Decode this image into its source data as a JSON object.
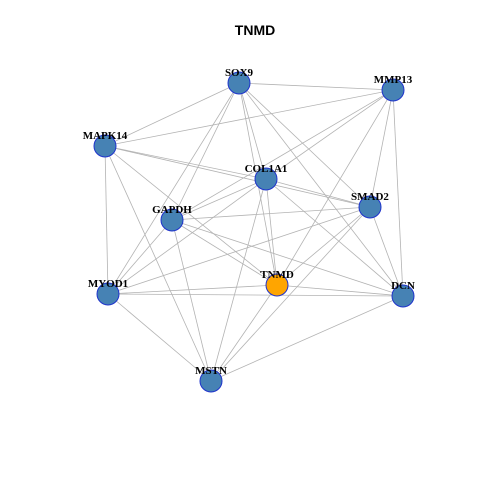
{
  "title": "TNMD",
  "colors": {
    "node_default": "#4682b4",
    "node_highlight": "#ffa500",
    "node_border": "#1f33cc",
    "edge": "#b3b3b3"
  },
  "nodes": [
    {
      "id": "SOX9",
      "label": "SOX9",
      "highlight": false
    },
    {
      "id": "MMP13",
      "label": "MMP13",
      "highlight": false
    },
    {
      "id": "MAPK14",
      "label": "MAPK14",
      "highlight": false
    },
    {
      "id": "COL1A1",
      "label": "COL1A1",
      "highlight": false
    },
    {
      "id": "SMAD2",
      "label": "SMAD2",
      "highlight": false
    },
    {
      "id": "GAPDH",
      "label": "GAPDH",
      "highlight": false
    },
    {
      "id": "TNMD",
      "label": "TNMD",
      "highlight": true
    },
    {
      "id": "MYOD1",
      "label": "MYOD1",
      "highlight": false
    },
    {
      "id": "DCN",
      "label": "DCN",
      "highlight": false
    },
    {
      "id": "MSTN",
      "label": "MSTN",
      "highlight": false
    }
  ],
  "edges": [
    [
      "SOX9",
      "MMP13"
    ],
    [
      "SOX9",
      "MAPK14"
    ],
    [
      "SOX9",
      "COL1A1"
    ],
    [
      "SOX9",
      "SMAD2"
    ],
    [
      "SOX9",
      "GAPDH"
    ],
    [
      "SOX9",
      "TNMD"
    ],
    [
      "SOX9",
      "DCN"
    ],
    [
      "SOX9",
      "MYOD1"
    ],
    [
      "MMP13",
      "COL1A1"
    ],
    [
      "MMP13",
      "SMAD2"
    ],
    [
      "MMP13",
      "GAPDH"
    ],
    [
      "MMP13",
      "TNMD"
    ],
    [
      "MMP13",
      "DCN"
    ],
    [
      "MMP13",
      "MAPK14"
    ],
    [
      "MAPK14",
      "COL1A1"
    ],
    [
      "MAPK14",
      "SMAD2"
    ],
    [
      "MAPK14",
      "MYOD1"
    ],
    [
      "MAPK14",
      "MSTN"
    ],
    [
      "MAPK14",
      "TNMD"
    ],
    [
      "COL1A1",
      "SMAD2"
    ],
    [
      "COL1A1",
      "GAPDH"
    ],
    [
      "COL1A1",
      "TNMD"
    ],
    [
      "COL1A1",
      "DCN"
    ],
    [
      "COL1A1",
      "MSTN"
    ],
    [
      "COL1A1",
      "MYOD1"
    ],
    [
      "SMAD2",
      "GAPDH"
    ],
    [
      "SMAD2",
      "TNMD"
    ],
    [
      "SMAD2",
      "DCN"
    ],
    [
      "SMAD2",
      "MSTN"
    ],
    [
      "SMAD2",
      "MYOD1"
    ],
    [
      "GAPDH",
      "DCN"
    ],
    [
      "GAPDH",
      "MSTN"
    ],
    [
      "GAPDH",
      "TNMD"
    ],
    [
      "GAPDH",
      "MYOD1"
    ],
    [
      "TNMD",
      "MYOD1"
    ],
    [
      "TNMD",
      "MSTN"
    ],
    [
      "TNMD",
      "DCN"
    ],
    [
      "MYOD1",
      "DCN"
    ],
    [
      "MYOD1",
      "MSTN"
    ],
    [
      "DCN",
      "MSTN"
    ]
  ]
}
